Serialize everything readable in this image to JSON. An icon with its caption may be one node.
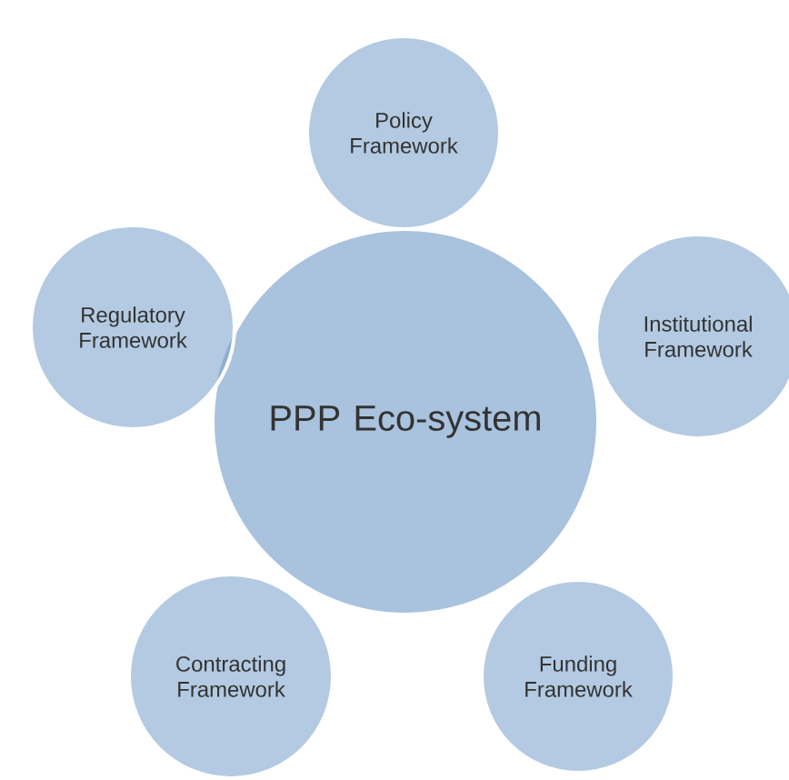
{
  "diagram": {
    "nodes": [
      {
        "text": [
          "Policy Framework"
        ]
      },
      {
        "text": [
          "Regulatory Framework"
        ]
      },
      {
        "text": [
          "Institutional Framework"
        ]
      },
      {
        "text": [
          "PPP Eco-system"
        ]
      },
      {
        "text": [
          "Contracting Framework"
        ]
      },
      {
        "text": [
          "Funding Framework"
        ]
      }
    ]
  }
}
